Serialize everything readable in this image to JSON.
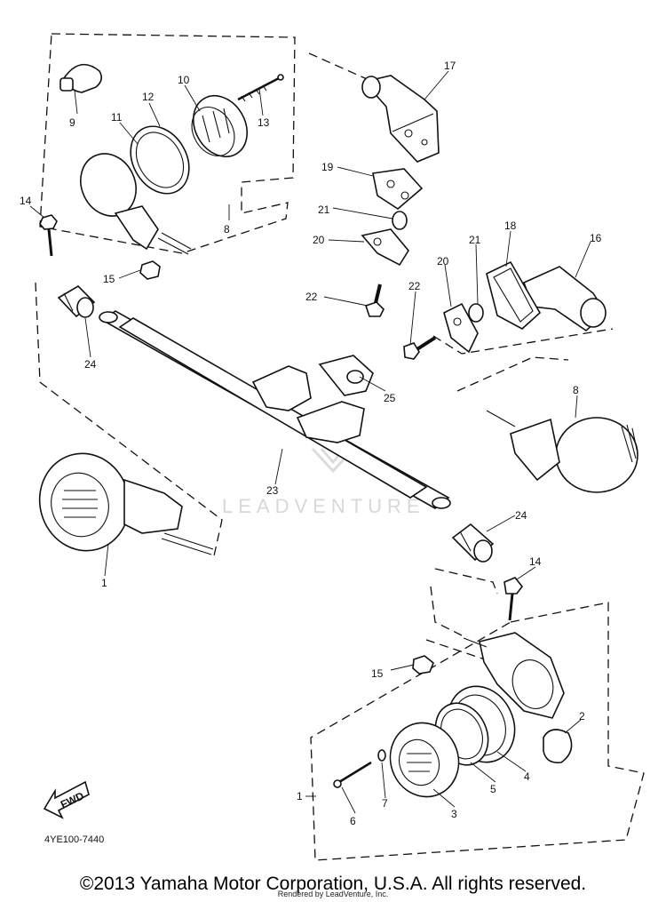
{
  "diagram": {
    "part_numbers": [
      "1",
      "2",
      "3",
      "4",
      "5",
      "6",
      "7",
      "8",
      "9",
      "10",
      "11",
      "12",
      "13",
      "14",
      "15",
      "16",
      "17",
      "18",
      "19",
      "20",
      "21",
      "22",
      "23",
      "24",
      "25"
    ],
    "drawing_code": "4YE100-7440",
    "fwd_label": "FWD",
    "watermark": "LEADVENTURE"
  },
  "footer": {
    "copyright": "©2013 Yamaha Motor Corporation, U.S.A. All rights reserved.",
    "rendered_by": "Rendered by LeadVenture, Inc."
  }
}
